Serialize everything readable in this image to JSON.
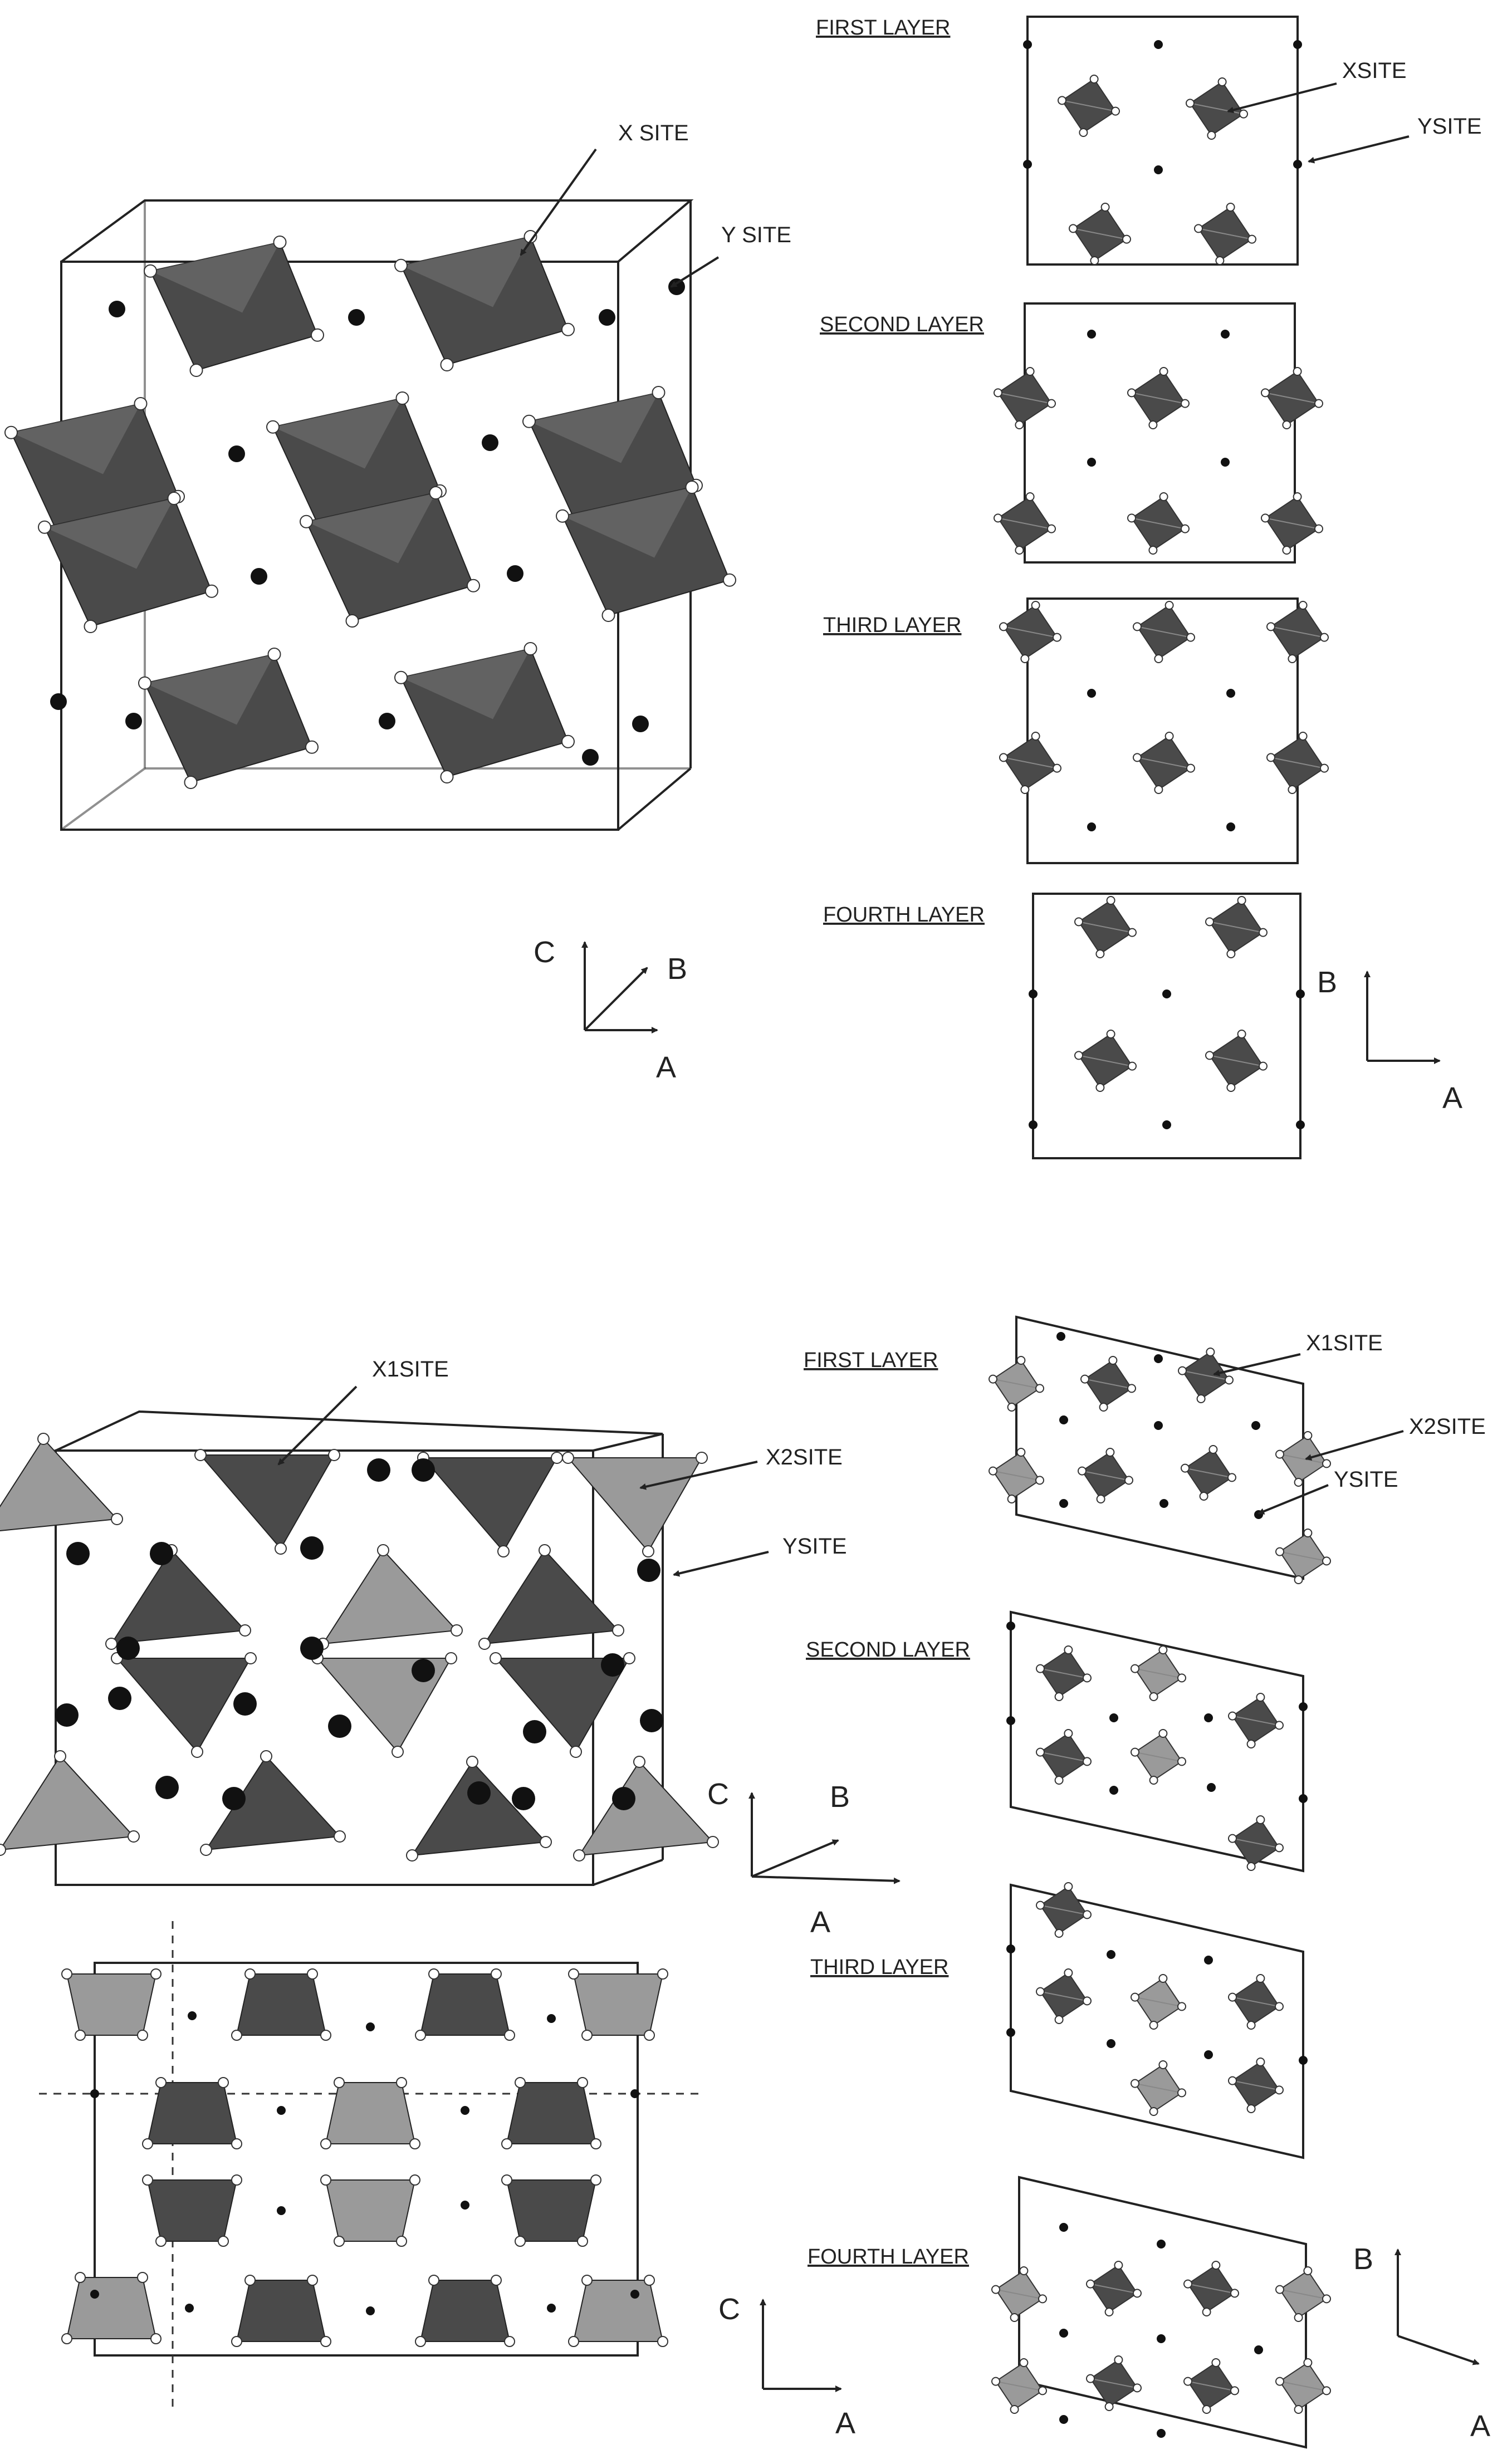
{
  "top": {
    "perspective": {
      "labels": {
        "x_site": "X SITE",
        "y_site": "Y SITE"
      },
      "axes": {
        "c": "C",
        "b": "B",
        "a": "A"
      }
    },
    "layers": [
      {
        "title": "FIRST LAYER",
        "labels": {
          "x_site": "XSITE",
          "y_site": "YSITE"
        }
      },
      {
        "title": "SECOND LAYER"
      },
      {
        "title": "THIRD LAYER"
      },
      {
        "title": "FOURTH LAYER"
      }
    ],
    "axes": {
      "b": "B",
      "a": "A"
    }
  },
  "bottom": {
    "perspective": {
      "labels": {
        "x1_site": "X1SITE",
        "x2_site": "X2SITE",
        "y_site": "YSITE"
      },
      "axes": {
        "c": "C",
        "b": "B",
        "a": "A"
      }
    },
    "projection": {
      "axes": {
        "c": "C",
        "a": "A"
      }
    },
    "layers": [
      {
        "title": "FIRST LAYER",
        "labels": {
          "x1_site": "X1SITE",
          "x2_site": "X2SITE",
          "y_site": "YSITE"
        }
      },
      {
        "title": "SECOND LAYER"
      },
      {
        "title": "THIRD LAYER"
      },
      {
        "title": "FOURTH LAYER"
      }
    ],
    "axes": {
      "b": "B",
      "a": "A"
    }
  },
  "colors": {
    "x_site_polyhedron": "#4a4a4a",
    "x2_site_polyhedron": "#9a9a9a",
    "y_site_atom": "#111111",
    "vertex_atom": "#ffffff",
    "outline": "#222222"
  }
}
